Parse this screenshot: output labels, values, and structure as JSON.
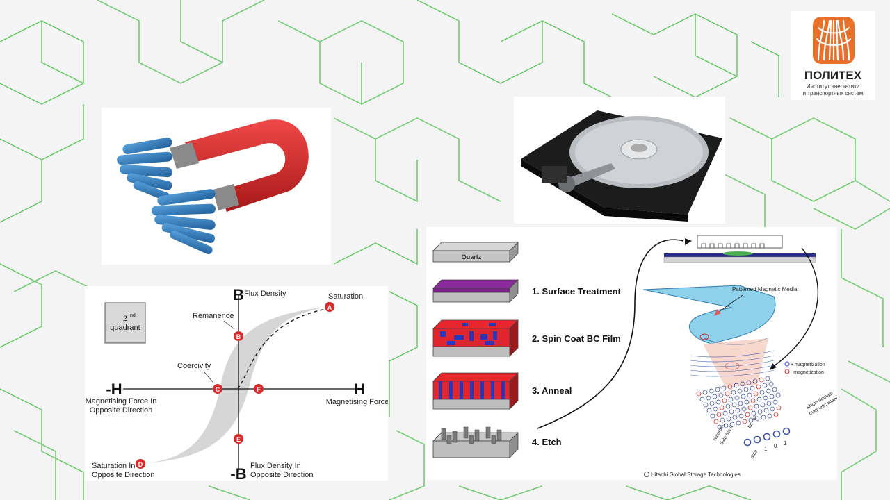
{
  "logo": {
    "name": "ПОЛИТЕХ",
    "line1": "Институт энергетики",
    "line2": "и транспортных систем",
    "color": "#e8702a"
  },
  "hysteresis": {
    "quadrant_sup": "nd",
    "quadrant_num": "2",
    "quadrant_word": "quadrant",
    "axis_pos_y": "B",
    "axis_pos_y_label": "Flux Density",
    "axis_neg_y": "-B",
    "axis_neg_y_label_1": "Flux Density In",
    "axis_neg_y_label_2": "Opposite Direction",
    "axis_pos_x": "H",
    "axis_pos_x_label": "Magnetising Force",
    "axis_neg_x": "-H",
    "axis_neg_x_label_1": "Magnetising Force In",
    "axis_neg_x_label_2": "Opposite Direction",
    "saturation": "Saturation",
    "remanence": "Remanence",
    "coercivity": "Coercivity",
    "saturation_opp_1": "Saturation In",
    "saturation_opp_2": "Opposite Direction",
    "points": {
      "A": "A",
      "B": "B",
      "C": "C",
      "D": "D",
      "E": "E",
      "F": "F"
    },
    "marker_color": "#d62b2b"
  },
  "process": {
    "quartz": "Quartz",
    "step1": "1. Surface Treatment",
    "step2": "2. Spin Coat BC Film",
    "step3": "3. Anneal",
    "step4": "4. Etch",
    "media_label": "Patterned Magnetic Media",
    "plus_mag": "+ magnetization",
    "minus_mag": "- magnetization",
    "bit_cell": "bit cell",
    "island_1": "single domain",
    "island_2": "magnetic island",
    "track_1": "recorded",
    "track_2": "data track",
    "data": "data",
    "bits": [
      "1",
      "0",
      "1"
    ],
    "credit": "Hitachi Global Storage Technologies"
  }
}
